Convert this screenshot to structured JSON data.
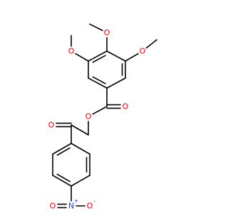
{
  "colors": {
    "bond": "#000000",
    "oxygen": "#e8000b",
    "nitrogen": "#1f3fd9",
    "background": "#ffffff"
  },
  "atoms": [
    {
      "id": "o1",
      "symbol": "O",
      "element": "oxygen"
    },
    {
      "id": "o2",
      "symbol": "O",
      "element": "oxygen"
    },
    {
      "id": "o3",
      "symbol": "O",
      "element": "oxygen"
    },
    {
      "id": "o4",
      "symbol": "O",
      "element": "oxygen"
    },
    {
      "id": "o5",
      "symbol": "O",
      "element": "oxygen"
    },
    {
      "id": "o6",
      "symbol": "O",
      "element": "oxygen"
    },
    {
      "id": "n1",
      "symbol": "N",
      "element": "nitrogen"
    },
    {
      "id": "o7",
      "symbol": "O",
      "element": "oxygen"
    },
    {
      "id": "o8",
      "symbol": "O",
      "element": "oxygen"
    }
  ],
  "charges": [
    {
      "id": "n1",
      "symbol": "+",
      "element": "nitrogen"
    },
    {
      "id": "o8",
      "symbol": "-",
      "element": "oxygen"
    }
  ]
}
